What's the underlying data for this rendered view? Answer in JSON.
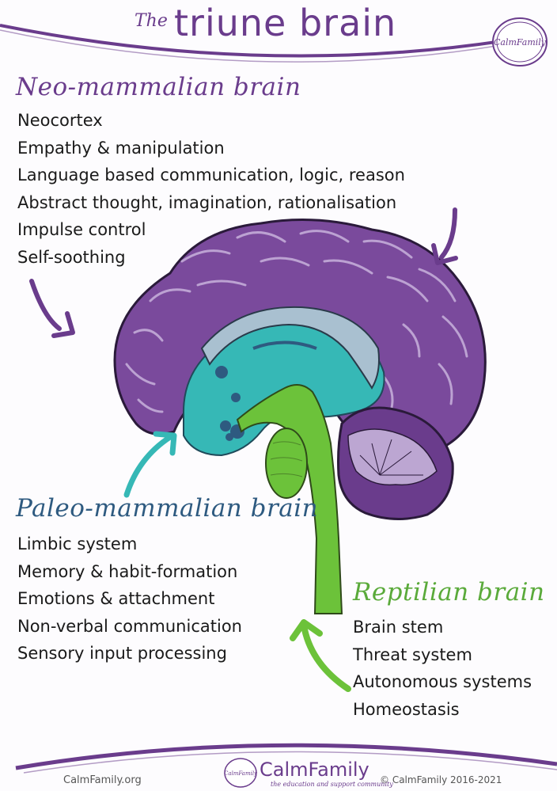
{
  "title": {
    "prefix": "The",
    "main": "triune brain"
  },
  "brand_badge": "CalmFamily",
  "sections": {
    "neo": {
      "heading": "Neo-mammalian brain",
      "items": [
        "Neocortex",
        "Empathy & manipulation",
        "Language based communication, logic, reason",
        "Abstract thought, imagination, rationalisation",
        "Impulse control",
        "Self-soothing"
      ]
    },
    "paleo": {
      "heading": "Paleo-mammalian brain",
      "items": [
        "Limbic system",
        "Memory & habit-formation",
        "Emotions & attachment",
        "Non-verbal communication",
        "Sensory input processing"
      ]
    },
    "reptilian": {
      "heading": "Reptilian brain",
      "items": [
        "Brain stem",
        "Threat system",
        "Autonomous systems",
        "Homeostasis"
      ]
    }
  },
  "footer": {
    "website": "CalmFamily.org",
    "brand": "CalmFamily",
    "tagline": "the education and support community",
    "copyright": "© CalmFamily 2016-2021",
    "logo_badge": "CalmFamily"
  },
  "colors": {
    "purple": "#6a3c8c",
    "teal": "#34b8b4",
    "green": "#6cc23a",
    "navy": "#2e5a80",
    "lavender": "#bca6d2"
  }
}
